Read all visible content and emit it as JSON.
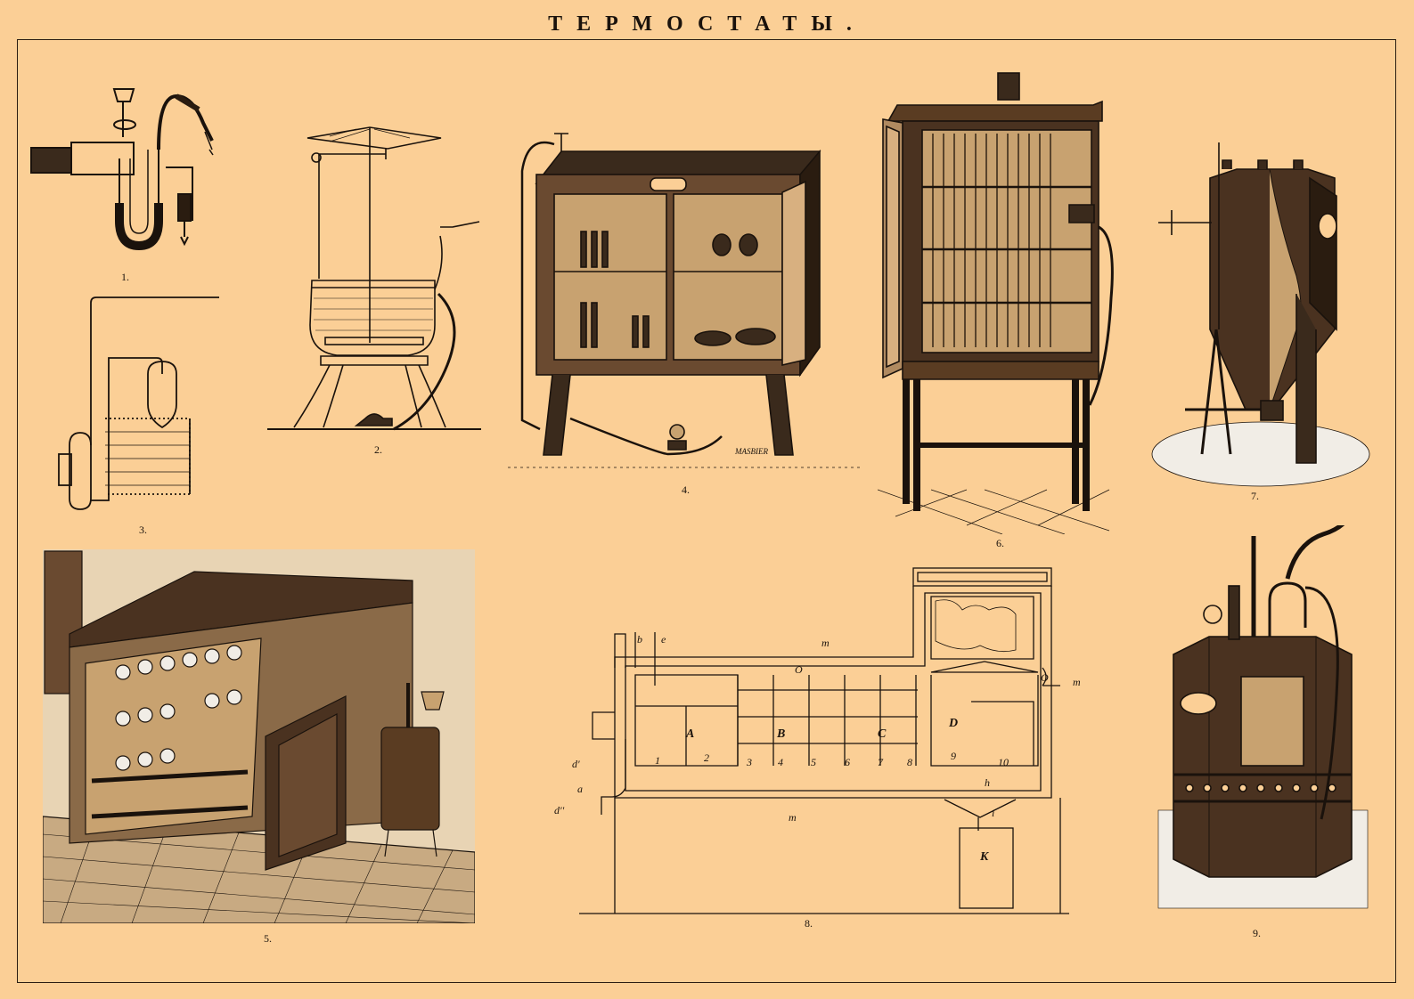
{
  "page": {
    "title": "ТЕРМОСТАТЫ."
  },
  "figures": [
    {
      "number": "1."
    },
    {
      "number": "2."
    },
    {
      "number": "3."
    },
    {
      "number": "4."
    },
    {
      "number": "5."
    },
    {
      "number": "6."
    },
    {
      "number": "7."
    },
    {
      "number": "8."
    },
    {
      "number": "9."
    }
  ],
  "figure4": {
    "signature": "MASBIER"
  },
  "figure8": {
    "letters": [
      "A",
      "B",
      "C",
      "D",
      "O",
      "m",
      "m",
      "m",
      "O",
      "K",
      "a",
      "b",
      "h",
      "i",
      "d'",
      "d''",
      "e"
    ],
    "numbers": [
      "1",
      "2",
      "3",
      "4",
      "5",
      "6",
      "7",
      "8",
      "9",
      "10"
    ]
  },
  "colors": {
    "paper": "#fbcf96",
    "ink": "#1a120c"
  }
}
